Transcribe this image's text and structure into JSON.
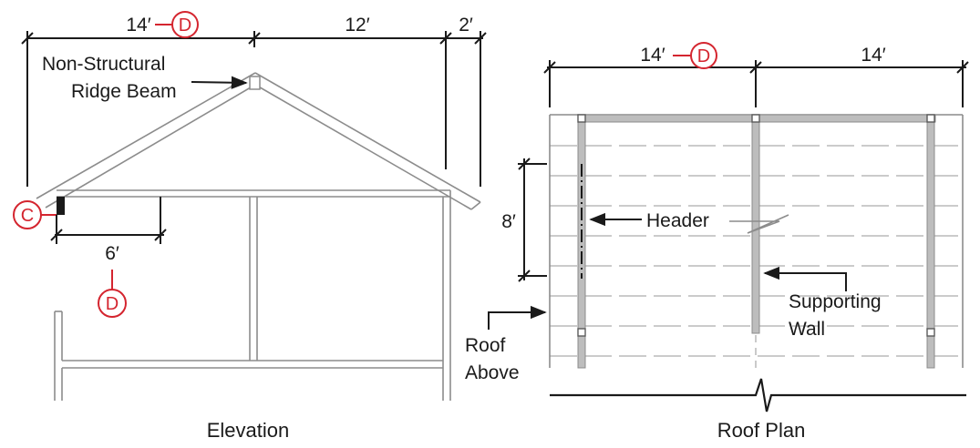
{
  "colors": {
    "line": "#1a1a1a",
    "structure": "#8c8c8c",
    "member_fill": "#bdbdbd",
    "dashed": "#c4c4c4",
    "callout": "#d4252f"
  },
  "elevation": {
    "caption": "Elevation",
    "dims": {
      "left_span": "14′",
      "mid_span": "12′",
      "overhang": "2′",
      "header_span": "6′"
    },
    "labels": {
      "ridge_line1": "Non-Structural",
      "ridge_line2": "Ridge Beam"
    },
    "tags": {
      "top": "D",
      "bottom": "D",
      "header": "C"
    }
  },
  "roof_plan": {
    "caption": "Roof Plan",
    "dims": {
      "left_span": "14′",
      "right_span": "14′",
      "header_length": "8′"
    },
    "labels": {
      "header": "Header",
      "supporting_line1": "Supporting",
      "supporting_line2": "Wall",
      "roof_above_line1": "Roof",
      "roof_above_line2": "Above"
    },
    "tags": {
      "top": "D"
    }
  }
}
